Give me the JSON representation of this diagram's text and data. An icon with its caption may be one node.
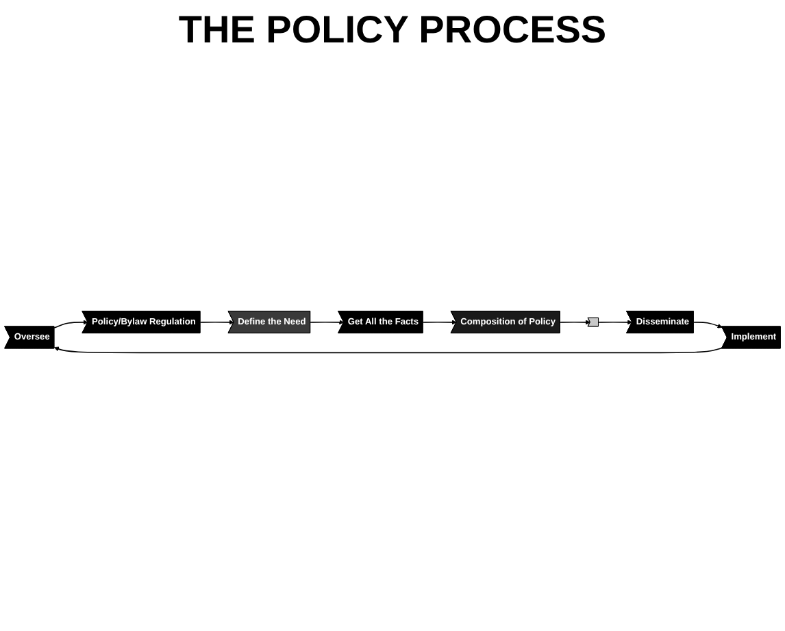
{
  "diagram": {
    "title": "THE POLICY PROCESS",
    "nodes": [
      {
        "text": [
          "Oversee"
        ]
      },
      {
        "text": [
          "Policy/Bylaw Regulation"
        ]
      },
      {
        "text": [
          "Define the Need"
        ]
      },
      {
        "text": [
          "Get All the Facts"
        ]
      },
      {
        "text": [
          "Composition of Policy"
        ]
      },
      {
        "text": [],
        "shape": "arrow"
      },
      {
        "text": [
          "Disseminate"
        ]
      },
      {
        "text": [
          "Implement"
        ]
      }
    ],
    "edges": [
      {
        "from": 0,
        "to": 1,
        "arrow": "to"
      },
      {
        "from": 1,
        "to": 2,
        "arrow": "to"
      },
      {
        "from": 2,
        "to": 3,
        "arrow": "to"
      },
      {
        "from": 3,
        "to": 4,
        "arrow": "to"
      },
      {
        "from": 4,
        "to": 5,
        "arrow": "to"
      },
      {
        "from": 5,
        "to": 6,
        "arrow": "to"
      },
      {
        "from": 6,
        "to": 7,
        "arrow": "to"
      },
      {
        "from": 7,
        "to": 0,
        "arrow": "to"
      }
    ]
  }
}
